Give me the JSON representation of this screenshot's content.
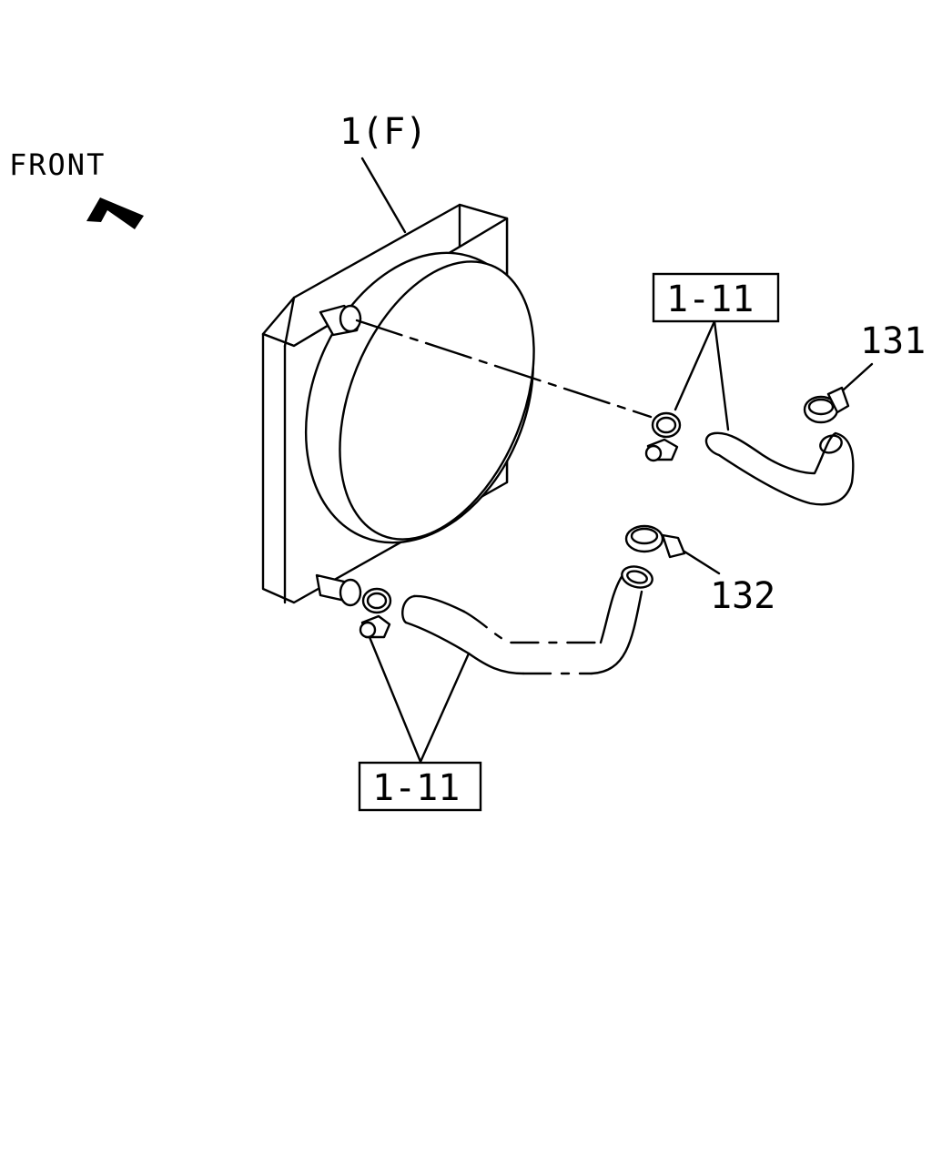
{
  "labels": {
    "front": "FRONT",
    "radiator": "1(F)",
    "upper_ref": "1-11",
    "lower_ref": "1-11",
    "clamp_upper": "131",
    "clamp_lower": "132"
  },
  "colors": {
    "line": "#000000",
    "background": "#ffffff"
  },
  "icons": {
    "front_arrow": "arrow-up-left-icon"
  }
}
